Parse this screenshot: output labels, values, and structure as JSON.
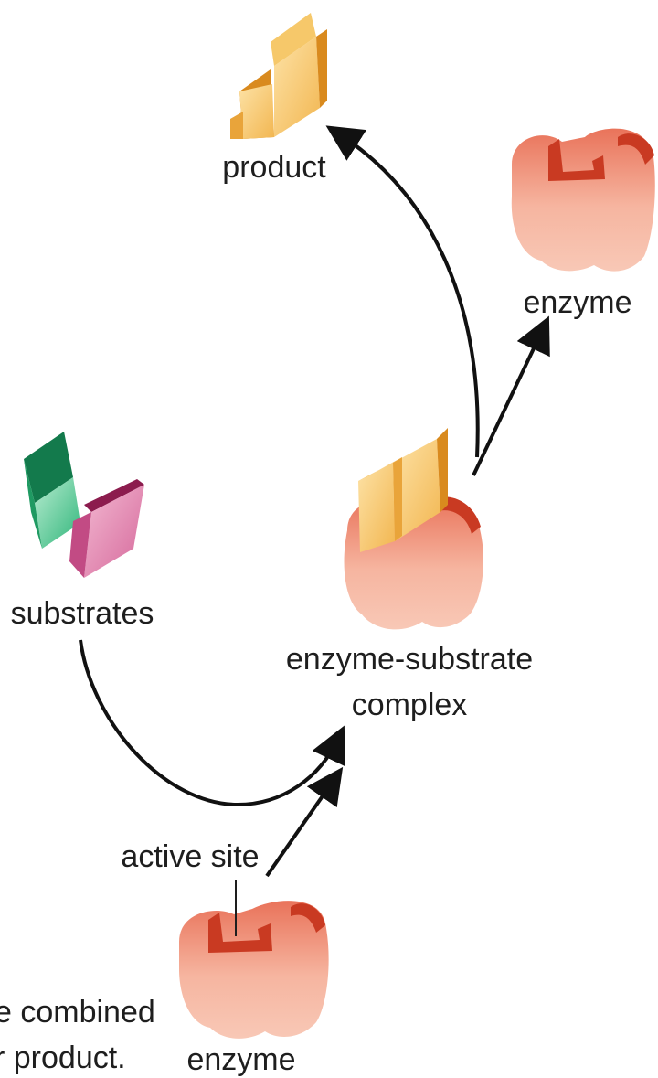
{
  "labels": {
    "product": "product",
    "enzyme_top": "enzyme",
    "substrates": "substrates",
    "complex_line1": "enzyme-substrate",
    "complex_line2": "complex",
    "active_site": "active site",
    "enzyme_bottom": "enzyme",
    "caption_line1": "e combined",
    "caption_line2": "r product."
  },
  "colors": {
    "enzyme_light": "#f6b5a0",
    "enzyme_mid": "#e9735a",
    "enzyme_dark": "#c93a22",
    "product_light": "#fde2a6",
    "product_mid": "#f2b650",
    "product_dark": "#d98a1e",
    "substrate_green": "#2fb57a",
    "substrate_green_dark": "#137a4c",
    "substrate_pink": "#e07aa6",
    "substrate_pink_dark": "#8c1c4e",
    "arrow": "#111111"
  }
}
